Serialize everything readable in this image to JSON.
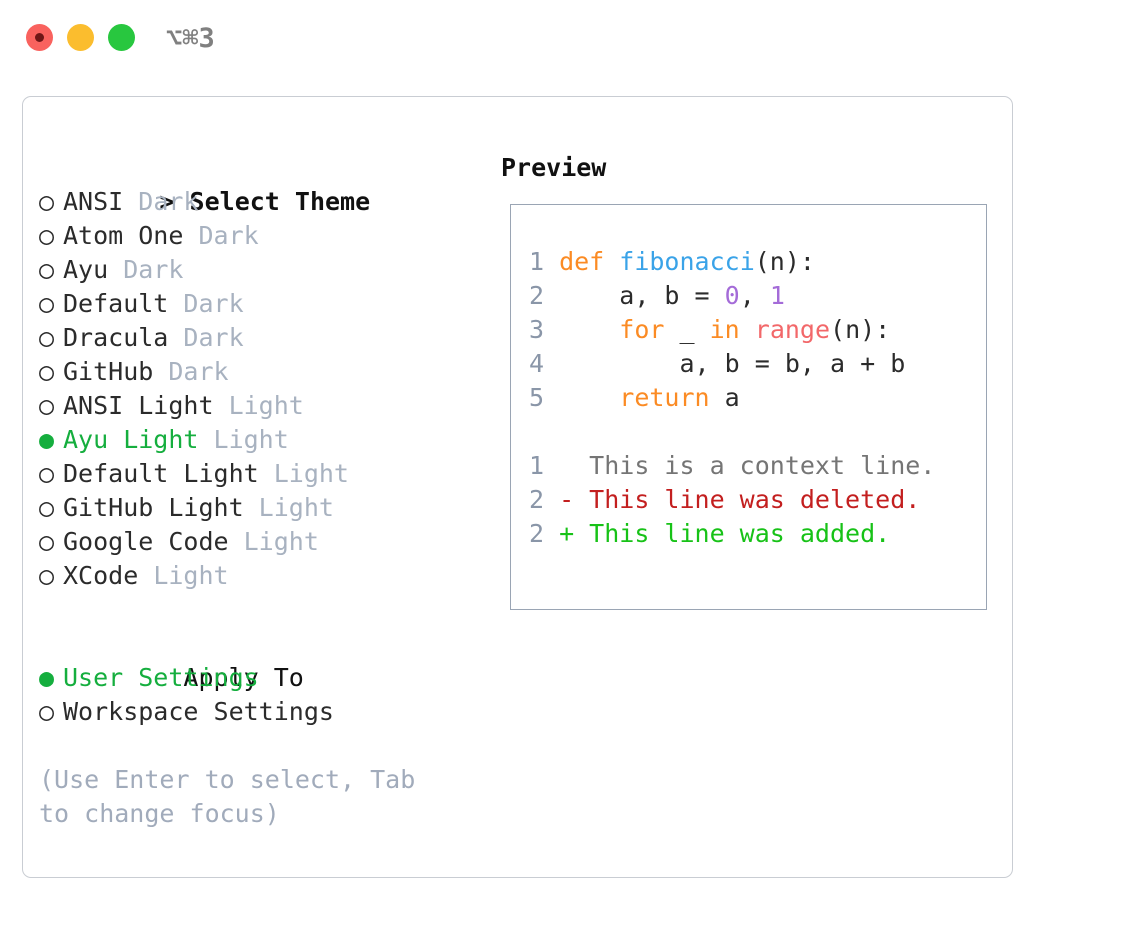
{
  "window": {
    "traffic_lights": [
      "close",
      "minimize",
      "maximize"
    ],
    "shortcut": "⌥⌘3"
  },
  "colors": {
    "selected_green": "#15ae3e",
    "tag_gray": "#a8b2c0",
    "hint_gray": "#a1abbb",
    "line_number": "#8a96a8",
    "keyword_orange": "#fb8b24",
    "function_blue": "#3aa3e8",
    "number_purple": "#a46bd8",
    "call_red": "#f2686a",
    "diff_deleted": "#c31f1f",
    "diff_added": "#17c217",
    "diff_context": "#757575",
    "panel_border": "#c9cdd3",
    "preview_border": "#9aa5b4"
  },
  "theme_section": {
    "caret": ">",
    "title": "Select Theme",
    "focused": true,
    "items": [
      {
        "marker": "○",
        "label": "ANSI",
        "tag": "Dark",
        "selected": false
      },
      {
        "marker": "○",
        "label": "Atom One",
        "tag": "Dark",
        "selected": false
      },
      {
        "marker": "○",
        "label": "Ayu",
        "tag": "Dark",
        "selected": false
      },
      {
        "marker": "○",
        "label": "Default",
        "tag": "Dark",
        "selected": false
      },
      {
        "marker": "○",
        "label": "Dracula",
        "tag": "Dark",
        "selected": false
      },
      {
        "marker": "○",
        "label": "GitHub",
        "tag": "Dark",
        "selected": false
      },
      {
        "marker": "○",
        "label": "ANSI Light",
        "tag": "Light",
        "selected": false
      },
      {
        "marker": "●",
        "label": "Ayu Light",
        "tag": "Light",
        "selected": true
      },
      {
        "marker": "○",
        "label": "Default Light",
        "tag": "Light",
        "selected": false
      },
      {
        "marker": "○",
        "label": "GitHub Light",
        "tag": "Light",
        "selected": false
      },
      {
        "marker": "○",
        "label": "Google Code",
        "tag": "Light",
        "selected": false
      },
      {
        "marker": "○",
        "label": "XCode",
        "tag": "Light",
        "selected": false
      }
    ]
  },
  "apply_section": {
    "title": "Apply To",
    "focused": false,
    "items": [
      {
        "marker": "●",
        "label": "User Settings",
        "selected": true
      },
      {
        "marker": "○",
        "label": "Workspace Settings",
        "selected": false
      }
    ]
  },
  "hint": "(Use Enter to select, Tab to change focus)",
  "preview": {
    "title": "Preview",
    "code_lines": [
      {
        "num": "1",
        "tokens": [
          {
            "t": "def ",
            "c": "kw"
          },
          {
            "t": "fibonacci",
            "c": "fn"
          },
          {
            "t": "(n):",
            "c": "txt"
          }
        ]
      },
      {
        "num": "2",
        "tokens": [
          {
            "t": "    a, b = ",
            "c": "txt"
          },
          {
            "t": "0",
            "c": "num"
          },
          {
            "t": ", ",
            "c": "txt"
          },
          {
            "t": "1",
            "c": "num"
          }
        ]
      },
      {
        "num": "3",
        "tokens": [
          {
            "t": "    ",
            "c": "txt"
          },
          {
            "t": "for",
            "c": "kw"
          },
          {
            "t": " _ ",
            "c": "txt"
          },
          {
            "t": "in",
            "c": "kw"
          },
          {
            "t": " ",
            "c": "txt"
          },
          {
            "t": "range",
            "c": "call"
          },
          {
            "t": "(n):",
            "c": "txt"
          }
        ]
      },
      {
        "num": "4",
        "tokens": [
          {
            "t": "        a, b = b, a + b",
            "c": "txt"
          }
        ]
      },
      {
        "num": "5",
        "tokens": [
          {
            "t": "    ",
            "c": "txt"
          },
          {
            "t": "return",
            "c": "kw"
          },
          {
            "t": " a",
            "c": "txt"
          }
        ]
      }
    ],
    "diff_lines": [
      {
        "num": "1",
        "text": "  This is a context line.",
        "kind": "ctx"
      },
      {
        "num": "2",
        "text": "- This line was deleted.",
        "kind": "del"
      },
      {
        "num": "2",
        "text": "+ This line was added.",
        "kind": "add"
      }
    ]
  }
}
